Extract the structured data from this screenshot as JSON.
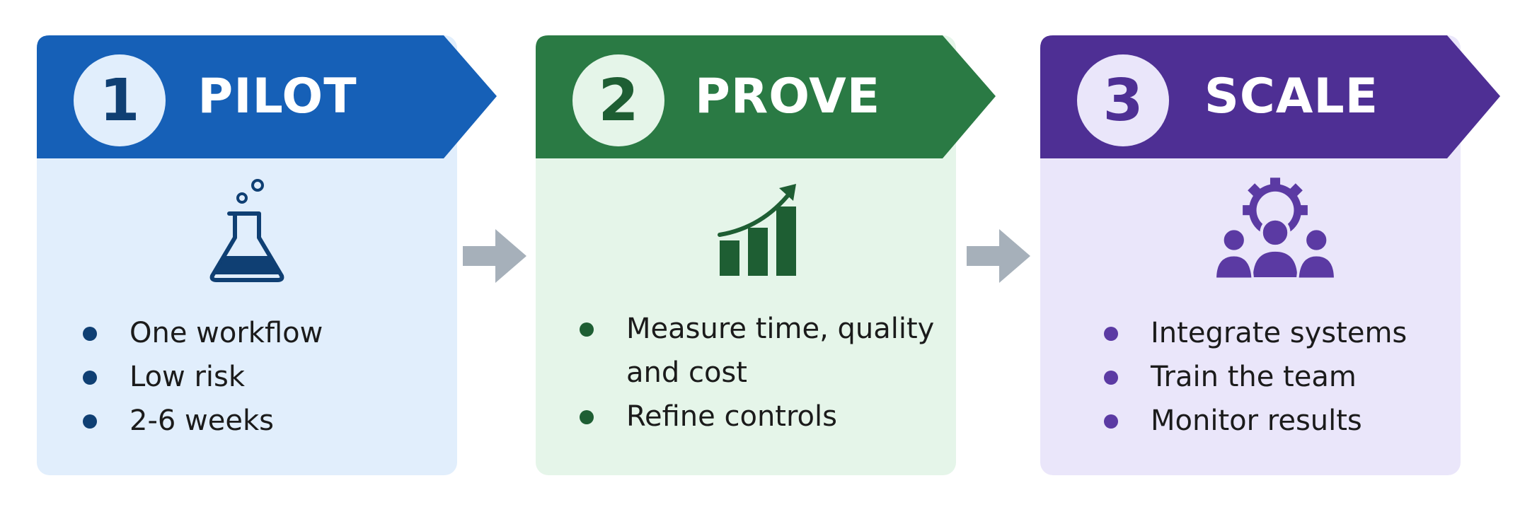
{
  "steps": [
    {
      "number": "1",
      "title": "PILOT",
      "icon": "flask-icon",
      "colors": {
        "banner": "#1660B7",
        "panel": "#E1EEFC",
        "accent": "#0F3F73",
        "circle_bg": "#E1EEFC"
      },
      "bullets": [
        "One workflow",
        "Low risk",
        "2-6 weeks"
      ]
    },
    {
      "number": "2",
      "title": "PROVE",
      "icon": "growth-chart-icon",
      "colors": {
        "banner": "#2A7A44",
        "panel": "#E5F5E9",
        "accent": "#1E5E33",
        "circle_bg": "#E5F5E9"
      },
      "bullets": [
        "Measure time, quality and cost",
        "Refine controls"
      ]
    },
    {
      "number": "3",
      "title": "SCALE",
      "icon": "team-gear-icon",
      "colors": {
        "banner": "#4E2F94",
        "panel": "#EAE6FA",
        "accent": "#5B3AA3",
        "circle_bg": "#EAE6FA"
      },
      "bullets": [
        "Integrate systems",
        "Train the team",
        "Monitor results"
      ]
    }
  ],
  "connector": {
    "icon": "arrow-right-icon",
    "color": "#A6B0BA"
  }
}
